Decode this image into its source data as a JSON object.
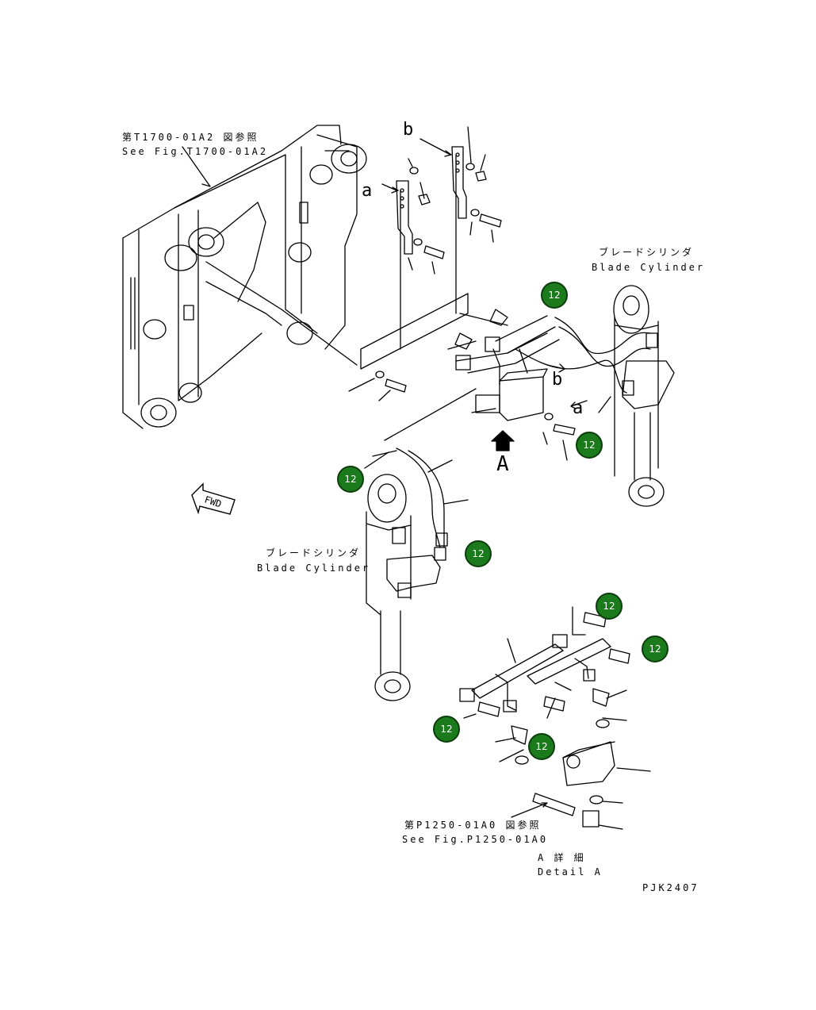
{
  "references": {
    "t1700_jp": "第T1700-01A2 図参照",
    "t1700_en": "See Fig.T1700-01A2",
    "p1250_jp": "第P1250-01A0 図参照",
    "p1250_en": "See Fig.P1250-01A0"
  },
  "blade_cylinder_right": {
    "jp": "ブレードシリンダ",
    "en": "Blade Cylinder"
  },
  "blade_cylinder_left": {
    "jp": "ブレードシリンダ",
    "en": "Blade Cylinder"
  },
  "detail": {
    "jp": "A 詳 細",
    "en": "Detail A"
  },
  "view_marker": "A",
  "markers": {
    "a1": "a",
    "b1": "b",
    "a2": "a",
    "b2": "b"
  },
  "fwd_label": "FWD",
  "drawing_code": "PJK2407",
  "callouts": [
    {
      "id": "c1",
      "label": "12"
    },
    {
      "id": "c2",
      "label": "12"
    },
    {
      "id": "c3",
      "label": "12"
    },
    {
      "id": "c4",
      "label": "12"
    },
    {
      "id": "c5",
      "label": "12"
    },
    {
      "id": "c6",
      "label": "12"
    },
    {
      "id": "c7",
      "label": "12"
    },
    {
      "id": "c8",
      "label": "12"
    }
  ],
  "colors": {
    "callout_fill": "#1b7a1b",
    "line": "#000000",
    "background": "#ffffff"
  }
}
